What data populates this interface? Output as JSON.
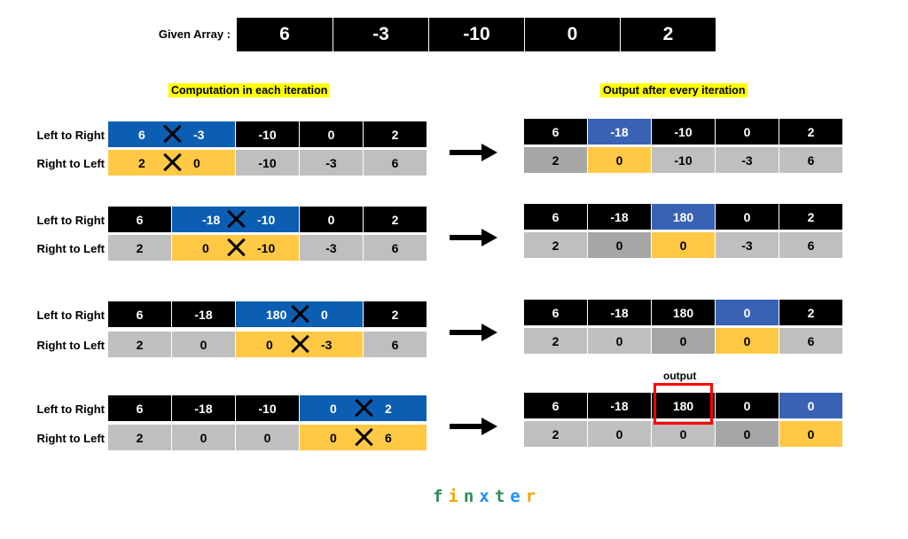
{
  "given": {
    "label": "Given Array :",
    "values": [
      "6",
      "-3",
      "-10",
      "0",
      "2"
    ]
  },
  "titles": {
    "computation": "Computation in each iteration",
    "output": "Output after every iteration"
  },
  "labels": {
    "left_to_right": "Left to Right",
    "right_to_left": "Right to Left",
    "output": "output"
  },
  "iterations": [
    {
      "ltr": [
        {
          "t": "6  ✕  -3",
          "c": "blue",
          "w": "wide",
          "x": true
        },
        {
          "t": "-10",
          "c": "black"
        },
        {
          "t": "0",
          "c": "black"
        },
        {
          "t": "2",
          "c": "black"
        }
      ],
      "rtl": [
        {
          "t": "2  ✕  0",
          "c": "yellow",
          "w": "wide",
          "x": true
        },
        {
          "t": "-10",
          "c": "gray"
        },
        {
          "t": "-3",
          "c": "gray"
        },
        {
          "t": "6",
          "c": "gray"
        }
      ],
      "out_top": [
        {
          "t": "6",
          "c": "black"
        },
        {
          "t": "-18",
          "c": "lightblue"
        },
        {
          "t": "-10",
          "c": "black"
        },
        {
          "t": "0",
          "c": "black"
        },
        {
          "t": "2",
          "c": "black"
        }
      ],
      "out_bottom": [
        {
          "t": "2",
          "c": "darkgray"
        },
        {
          "t": "0",
          "c": "yellow"
        },
        {
          "t": "-10",
          "c": "gray"
        },
        {
          "t": "-3",
          "c": "gray"
        },
        {
          "t": "6",
          "c": "gray"
        }
      ]
    },
    {
      "ltr": [
        {
          "t": "6",
          "c": "black"
        },
        {
          "t": "-18  ✕  -10",
          "c": "blue",
          "w": "wide",
          "x": true
        },
        {
          "t": "0",
          "c": "black"
        },
        {
          "t": "2",
          "c": "black"
        }
      ],
      "rtl": [
        {
          "t": "2",
          "c": "gray"
        },
        {
          "t": "0  ✕  -10",
          "c": "yellow",
          "w": "wide",
          "x": true
        },
        {
          "t": "-3",
          "c": "gray"
        },
        {
          "t": "6",
          "c": "gray"
        }
      ],
      "out_top": [
        {
          "t": "6",
          "c": "black"
        },
        {
          "t": "-18",
          "c": "black"
        },
        {
          "t": "180",
          "c": "lightblue"
        },
        {
          "t": "0",
          "c": "black"
        },
        {
          "t": "2",
          "c": "black"
        }
      ],
      "out_bottom": [
        {
          "t": "2",
          "c": "gray"
        },
        {
          "t": "0",
          "c": "darkgray"
        },
        {
          "t": "0",
          "c": "yellow"
        },
        {
          "t": "-3",
          "c": "gray"
        },
        {
          "t": "6",
          "c": "gray"
        }
      ]
    },
    {
      "ltr": [
        {
          "t": "6",
          "c": "black"
        },
        {
          "t": "-18",
          "c": "black"
        },
        {
          "t": "180  ✕  0",
          "c": "blue",
          "w": "wide",
          "x": true
        },
        {
          "t": "2",
          "c": "black"
        }
      ],
      "rtl": [
        {
          "t": "2",
          "c": "gray"
        },
        {
          "t": "0",
          "c": "gray"
        },
        {
          "t": "0  ✕  -3",
          "c": "yellow",
          "w": "wide",
          "x": true
        },
        {
          "t": "6",
          "c": "gray"
        }
      ],
      "out_top": [
        {
          "t": "6",
          "c": "black"
        },
        {
          "t": "-18",
          "c": "black"
        },
        {
          "t": "180",
          "c": "black"
        },
        {
          "t": "0",
          "c": "lightblue"
        },
        {
          "t": "2",
          "c": "black"
        }
      ],
      "out_bottom": [
        {
          "t": "2",
          "c": "gray"
        },
        {
          "t": "0",
          "c": "gray"
        },
        {
          "t": "0",
          "c": "darkgray"
        },
        {
          "t": "0",
          "c": "yellow"
        },
        {
          "t": "6",
          "c": "gray"
        }
      ]
    },
    {
      "ltr": [
        {
          "t": "6",
          "c": "black"
        },
        {
          "t": "-18",
          "c": "black"
        },
        {
          "t": "-10",
          "c": "black"
        },
        {
          "t": "0  ✕  2",
          "c": "blue",
          "w": "wide",
          "x": true
        }
      ],
      "rtl": [
        {
          "t": "2",
          "c": "gray"
        },
        {
          "t": "0",
          "c": "gray"
        },
        {
          "t": "0",
          "c": "gray"
        },
        {
          "t": "0  ✕  6",
          "c": "yellow",
          "w": "wide",
          "x": true
        }
      ],
      "out_top": [
        {
          "t": "6",
          "c": "black"
        },
        {
          "t": "-18",
          "c": "black"
        },
        {
          "t": "180",
          "c": "black"
        },
        {
          "t": "0",
          "c": "black"
        },
        {
          "t": "0",
          "c": "lightblue"
        }
      ],
      "out_bottom": [
        {
          "t": "2",
          "c": "gray"
        },
        {
          "t": "0",
          "c": "gray"
        },
        {
          "t": "0",
          "c": "gray"
        },
        {
          "t": "0",
          "c": "darkgray"
        },
        {
          "t": "0",
          "c": "yellow"
        }
      ]
    }
  ],
  "logo": {
    "letters": [
      "f",
      "i",
      "n",
      "x",
      "t",
      "e",
      "r"
    ],
    "colors": [
      "#2e8b57",
      "#f0a500",
      "#2e8b57",
      "#1e90ff",
      "#2e8b57",
      "#1e90ff",
      "#f0a500"
    ]
  }
}
